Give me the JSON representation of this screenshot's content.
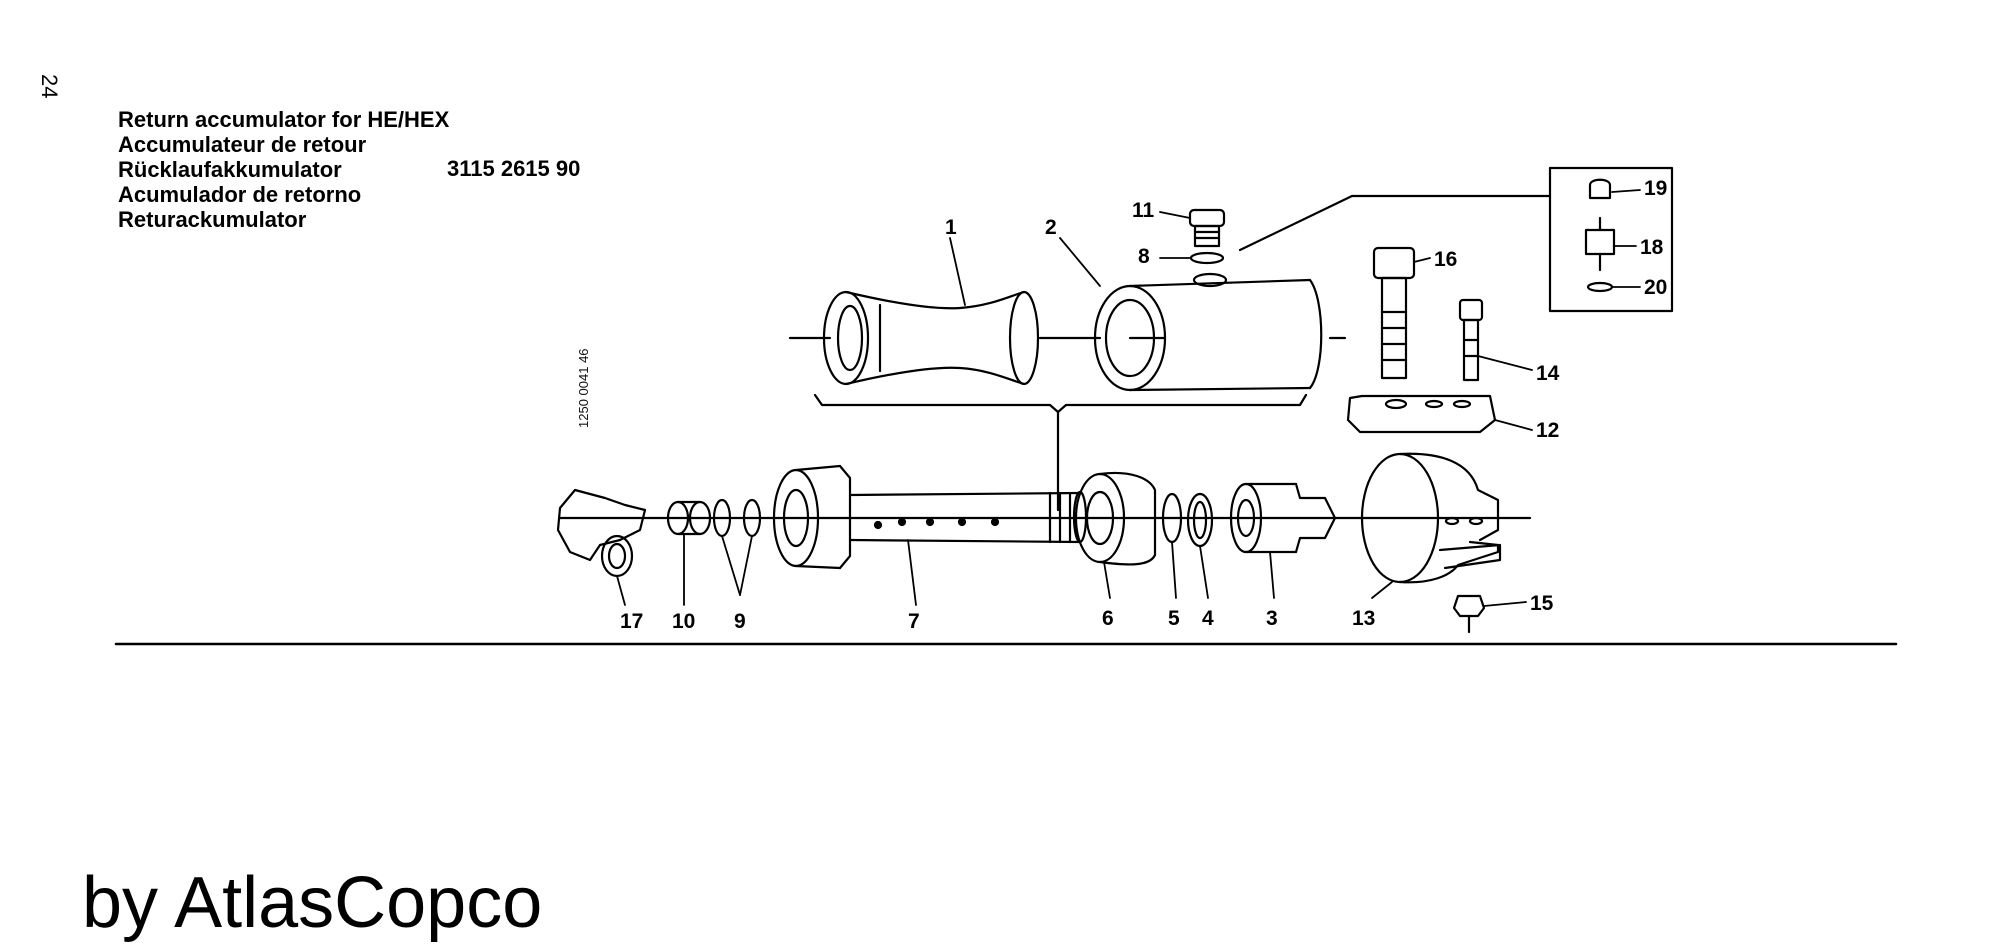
{
  "page_number": "24",
  "titles": [
    "Return accumulator for HE/HEX",
    "Accumulateur de retour",
    "Rücklaufakkumulator",
    "Acumulador de retorno",
    "Returackumulator"
  ],
  "part_number": "3115 2615 90",
  "figure_code": "1250 0041 46",
  "footer": "by AtlasCopco",
  "callouts": {
    "c1": "1",
    "c2": "2",
    "c3": "3",
    "c4": "4",
    "c5": "5",
    "c6": "6",
    "c7": "7",
    "c8": "8",
    "c9": "9",
    "c10": "10",
    "c11": "11",
    "c12": "12",
    "c13": "13",
    "c14": "14",
    "c15": "15",
    "c16": "16",
    "c17": "17",
    "c18": "18",
    "c19": "19",
    "c20": "20"
  }
}
